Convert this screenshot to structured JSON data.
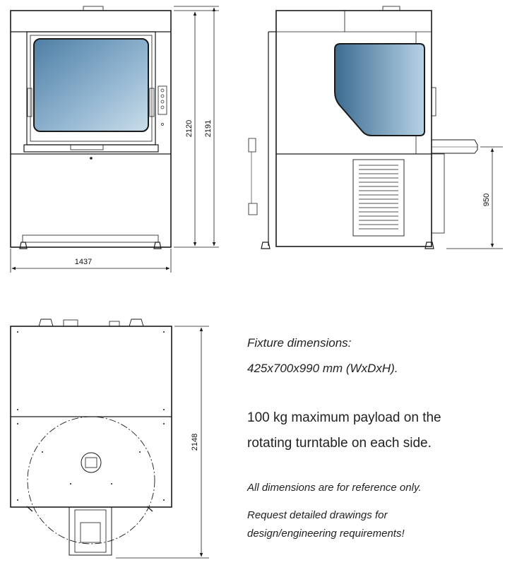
{
  "dimensions": {
    "front_width": "1437",
    "front_height_inner": "2120",
    "front_height_total": "2191",
    "side_table_height": "950",
    "top_depth": "2148"
  },
  "notes": {
    "fixture_label": "Fixture dimensions:",
    "fixture_value": "425x700x990 mm (WxDxH).",
    "payload_line1": "100 kg maximum payload on the",
    "payload_line2": "rotating turntable on each side.",
    "reference": "All dimensions are for reference only.",
    "request_line1": "Request detailed drawings for",
    "request_line2": "design/engineering requirements!"
  },
  "colors": {
    "line": "#1a1a1a",
    "window_dark": "#3f6f93",
    "window_light": "#b9d4e6"
  }
}
